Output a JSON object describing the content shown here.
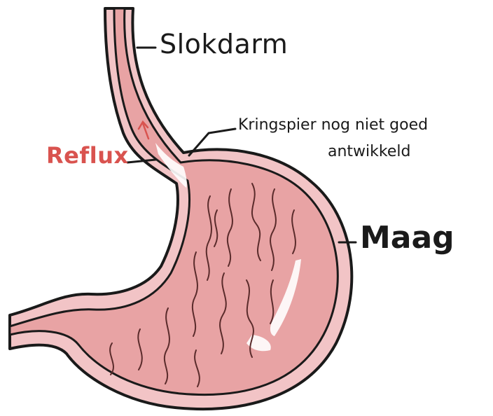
{
  "labels": {
    "oesophagus": "Slokdarm",
    "sphincter_line1": "Kringspier nog niet goed",
    "sphincter_line2": "antwikkeld",
    "stomach": "Maag",
    "reflux": "Reflux"
  },
  "colors": {
    "tissue": "#e8a3a4",
    "tissue_light": "#f2c4c6",
    "outline": "#1a1a1a",
    "reflux": "#d9534f",
    "highlight": "#ffffff"
  }
}
